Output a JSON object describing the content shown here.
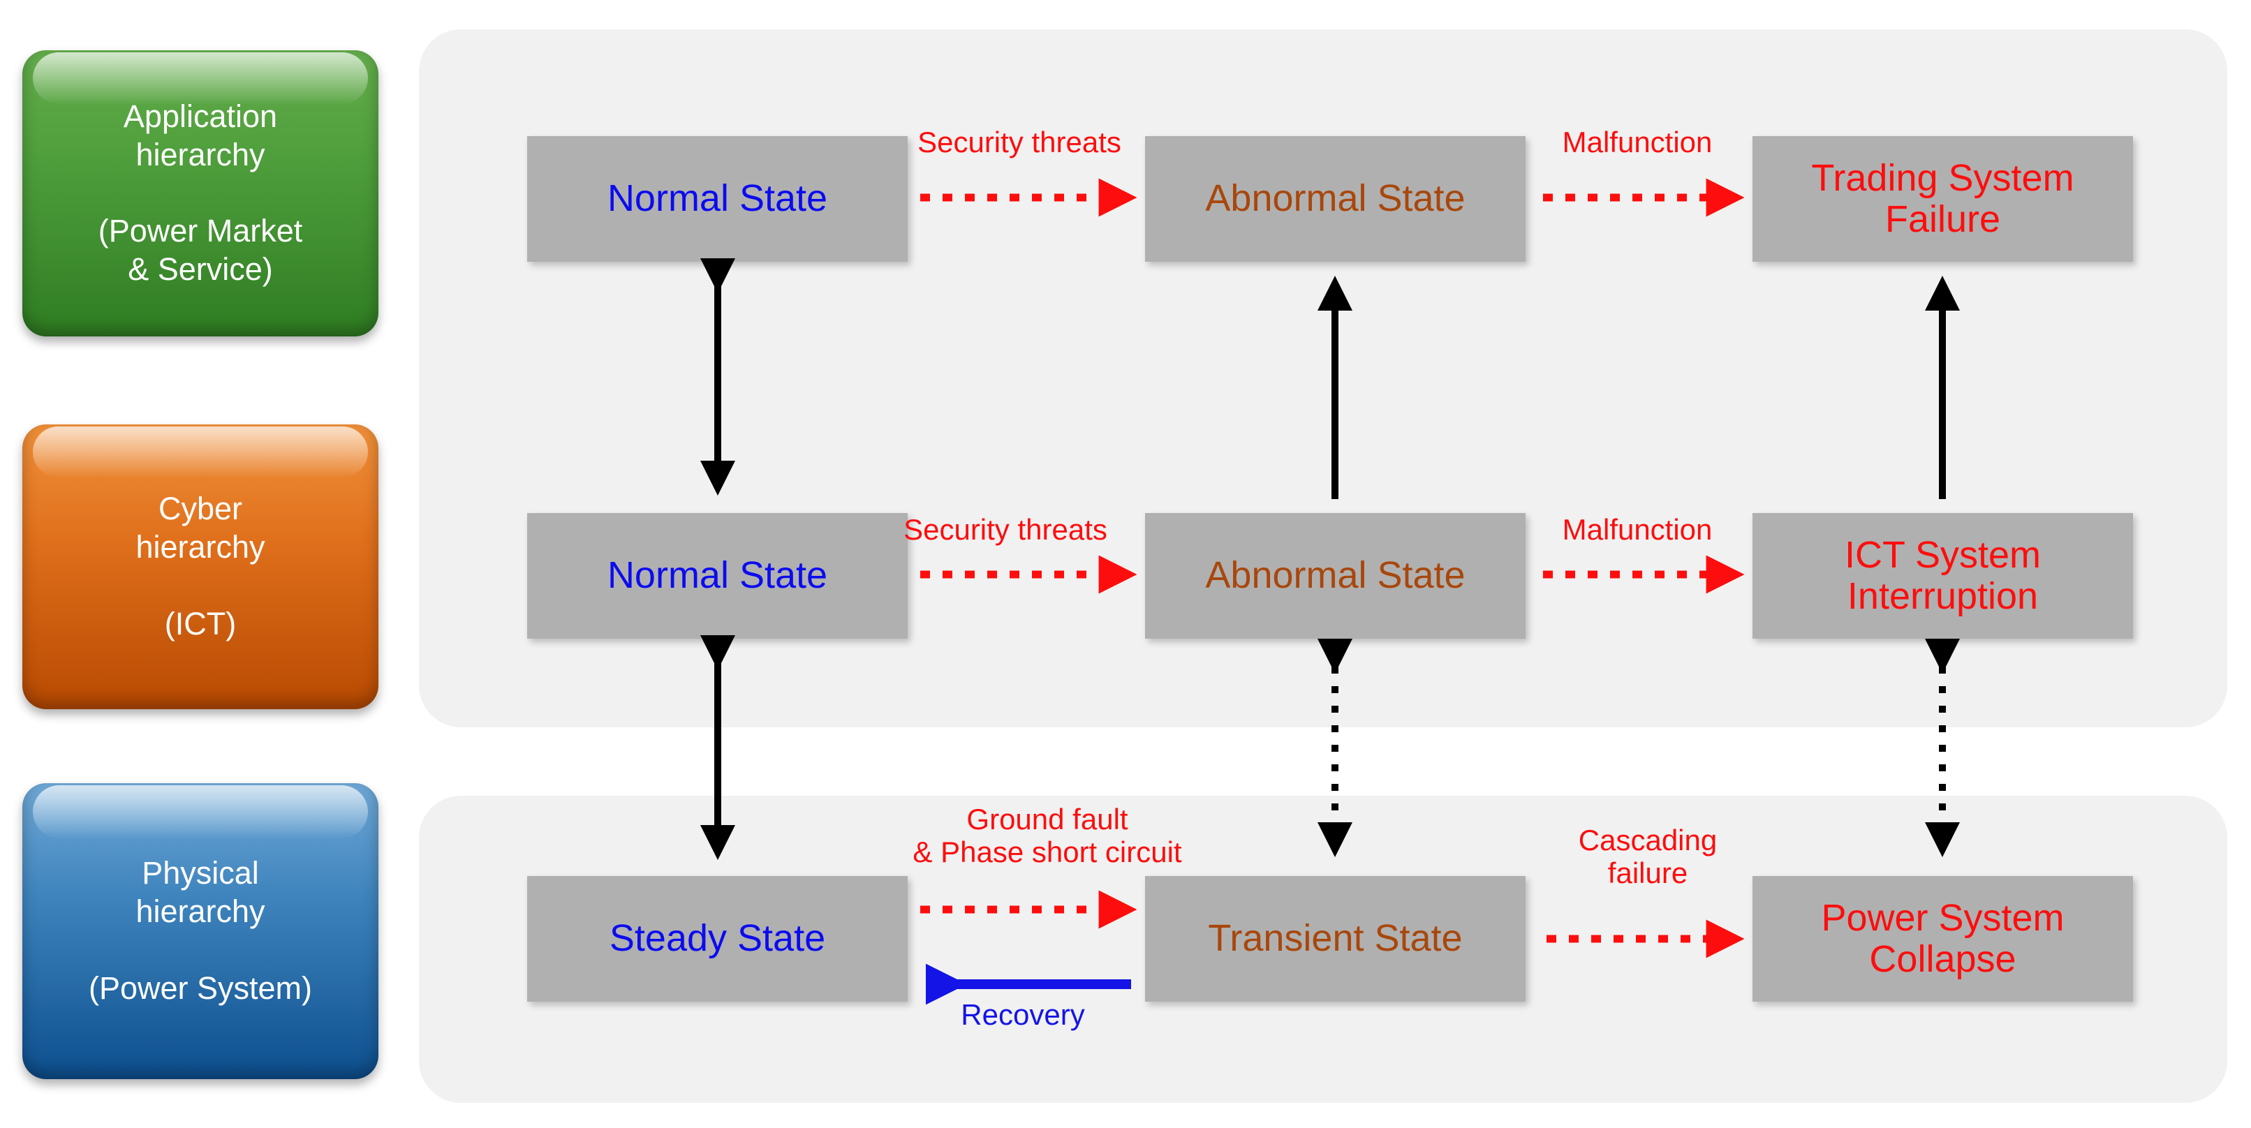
{
  "hierarchies": [
    {
      "id": "application",
      "label": "Application\nhierarchy\n\n(Power Market\n& Service)",
      "color": "#3f8f2d"
    },
    {
      "id": "cyber",
      "label": "Cyber\nhierarchy\n\n(ICT)",
      "color": "#d96a12"
    },
    {
      "id": "physical",
      "label": "Physical\nhierarchy\n\n(Power System)",
      "color": "#1c5e9e"
    }
  ],
  "colors": {
    "panel_bg": "#f1f1f1",
    "box_bg": "#b0b0b0",
    "normal_text": "#0b0bf0",
    "abnormal_text": "#a8470c",
    "failure_text": "#fd0d0d",
    "threat_arrow": "#fd0d0d",
    "recovery_arrow": "#1414e6",
    "coupling_arrow": "#000000"
  },
  "rows": [
    {
      "id": "application-row",
      "states": [
        {
          "id": "app-normal",
          "label": "Normal State",
          "style": "normal"
        },
        {
          "id": "app-abnormal",
          "label": "Abnormal State",
          "style": "abnormal"
        },
        {
          "id": "app-failure",
          "label": "Trading System\nFailure",
          "style": "failure"
        }
      ],
      "transitions": [
        {
          "id": "app-t1",
          "label": "Security threats",
          "kind": "dotted-red"
        },
        {
          "id": "app-t2",
          "label": "Malfunction",
          "kind": "dotted-red"
        }
      ]
    },
    {
      "id": "cyber-row",
      "states": [
        {
          "id": "cyb-normal",
          "label": "Normal State",
          "style": "normal"
        },
        {
          "id": "cyb-abnormal",
          "label": "Abnormal State",
          "style": "abnormal"
        },
        {
          "id": "cyb-failure",
          "label": "ICT System\nInterruption",
          "style": "failure"
        }
      ],
      "transitions": [
        {
          "id": "cyb-t1",
          "label": "Security threats",
          "kind": "dotted-red"
        },
        {
          "id": "cyb-t2",
          "label": "Malfunction",
          "kind": "dotted-red"
        }
      ]
    },
    {
      "id": "physical-row",
      "states": [
        {
          "id": "phy-steady",
          "label": "Steady State",
          "style": "normal"
        },
        {
          "id": "phy-transient",
          "label": "Transient State",
          "style": "abnormal"
        },
        {
          "id": "phy-failure",
          "label": "Power System\nCollapse",
          "style": "failure"
        }
      ],
      "transitions": [
        {
          "id": "phy-t1",
          "label": "Ground fault\n& Phase short circuit",
          "kind": "dotted-red"
        },
        {
          "id": "phy-t2",
          "label": "Cascading\nfailure",
          "kind": "dotted-red"
        },
        {
          "id": "phy-t3",
          "label": "Recovery",
          "kind": "solid-blue"
        }
      ]
    }
  ],
  "cross_layer_links": [
    {
      "id": "link-app-cyber-normal",
      "kind": "solid-double-black",
      "from": "app-normal",
      "to": "cyb-normal"
    },
    {
      "id": "link-cyber-app-abnormal",
      "kind": "solid-single-black",
      "from": "cyb-abnormal",
      "to": "app-abnormal"
    },
    {
      "id": "link-cyber-app-failure",
      "kind": "solid-single-black",
      "from": "cyb-failure",
      "to": "app-failure"
    },
    {
      "id": "link-cyber-phys-normal",
      "kind": "solid-double-black",
      "from": "cyb-normal",
      "to": "phy-steady"
    },
    {
      "id": "link-cyber-phys-abnormal",
      "kind": "dotted-double-black",
      "from": "cyb-abnormal",
      "to": "phy-transient"
    },
    {
      "id": "link-cyber-phys-failure",
      "kind": "dotted-double-black",
      "from": "cyb-failure",
      "to": "phy-failure"
    }
  ]
}
